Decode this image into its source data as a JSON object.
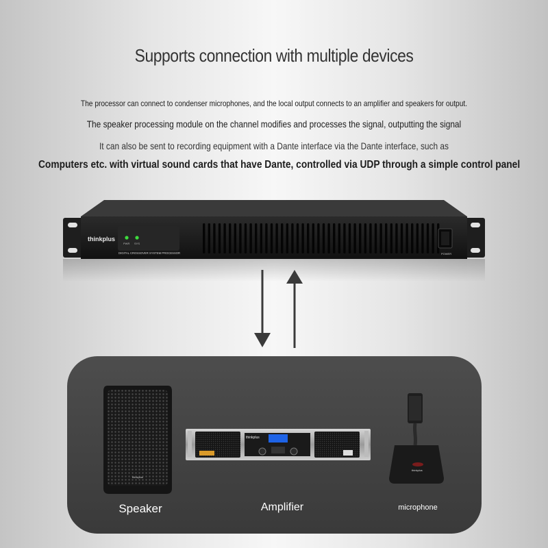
{
  "heading": "Supports connection with multiple devices",
  "description": [
    "The processor can connect to condenser microphones, and the local output connects to an amplifier and speakers for output.",
    "The speaker processing module on the channel modifies and processes the signal, outputting the signal",
    "It can also be sent to recording equipment with a Dante interface via the Dante interface, such as",
    "Computers etc. with virtual sound cards that have Dante, controlled via UDP through a simple control panel"
  ],
  "processor": {
    "brand": "thinkplus",
    "indicators": [
      "PWR",
      "SYS"
    ],
    "model_text": "DIGITAL CROSSOVER SYSTEM PROCESSOR",
    "power_label": "POWER"
  },
  "devices": {
    "speaker": {
      "label": "Speaker",
      "brand": "thinkplus"
    },
    "amplifier": {
      "label": "Amplifier",
      "brand": "thinkplus"
    },
    "microphone": {
      "label": "microphone",
      "brand": "thinkplus"
    }
  },
  "colors": {
    "indicator": "#3ddc3d",
    "panel": "#434343",
    "amp_display": "#1e63e6",
    "amp_badge": "#d99a2a"
  },
  "icons": [
    "down-arrow-icon",
    "up-arrow-icon"
  ]
}
